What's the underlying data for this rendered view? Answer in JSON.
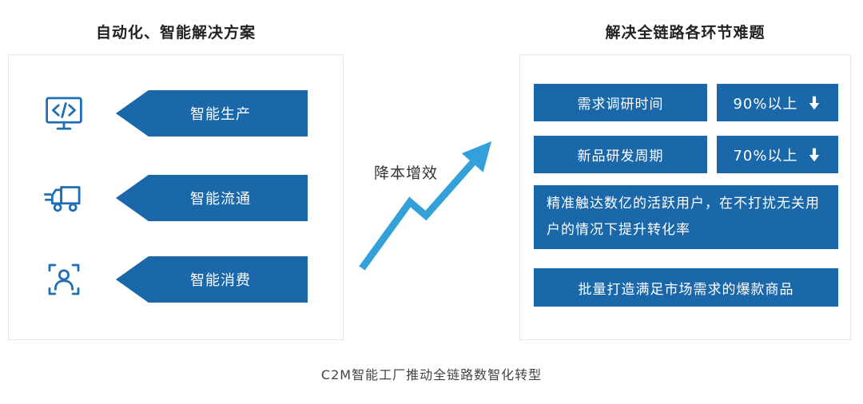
{
  "colors": {
    "primary_blue": "#1a67a9",
    "arrow_blue": "#33a0d9",
    "border_gray": "#e3e6ea",
    "text_dark": "#222222"
  },
  "left_panel": {
    "title": "自动化、智能解决方案",
    "items": [
      {
        "icon": "code-monitor-icon",
        "label": "智能生产"
      },
      {
        "icon": "delivery-truck-icon",
        "label": "智能流通"
      },
      {
        "icon": "face-scan-icon",
        "label": "智能消费"
      }
    ]
  },
  "middle": {
    "label": "降本增效"
  },
  "right_panel": {
    "title": "解决全链路各环节难题",
    "metrics": [
      {
        "label": "需求调研时间",
        "value": "90%以上",
        "trend": "down"
      },
      {
        "label": "新品研发周期",
        "value": "70%以上",
        "trend": "down"
      }
    ],
    "highlights": [
      "精准触达数亿的活跃用户，在不打扰无关用户的情况下提升转化率",
      "批量打造满足市场需求的爆款商品"
    ]
  },
  "caption": "C2M智能工厂推动全链路数智化转型"
}
